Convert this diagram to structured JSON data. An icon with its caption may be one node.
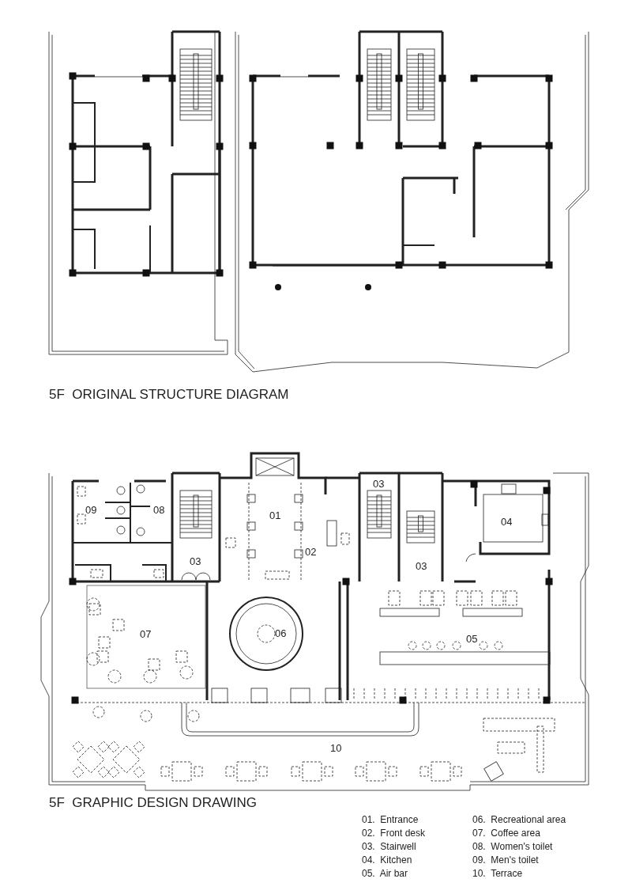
{
  "diagram": {
    "labels": [
      "5F  ORIGINAL STRUCTURE DIAGRAM",
      "09",
      "08",
      "01",
      "03",
      "02",
      "03",
      "03",
      "04",
      "07",
      "06",
      "05",
      "10",
      "5F  GRAPHIC DESIGN DRAWING",
      "01.  Entrance",
      "02.  Front desk",
      "03.  Stairwell",
      "04.  Kitchen",
      "05.  Air bar",
      "06.  Recreational area",
      "07.  Coffee area",
      "08.  Women's toilet",
      "09.  Men's toilet",
      "10.  Terrace"
    ]
  }
}
